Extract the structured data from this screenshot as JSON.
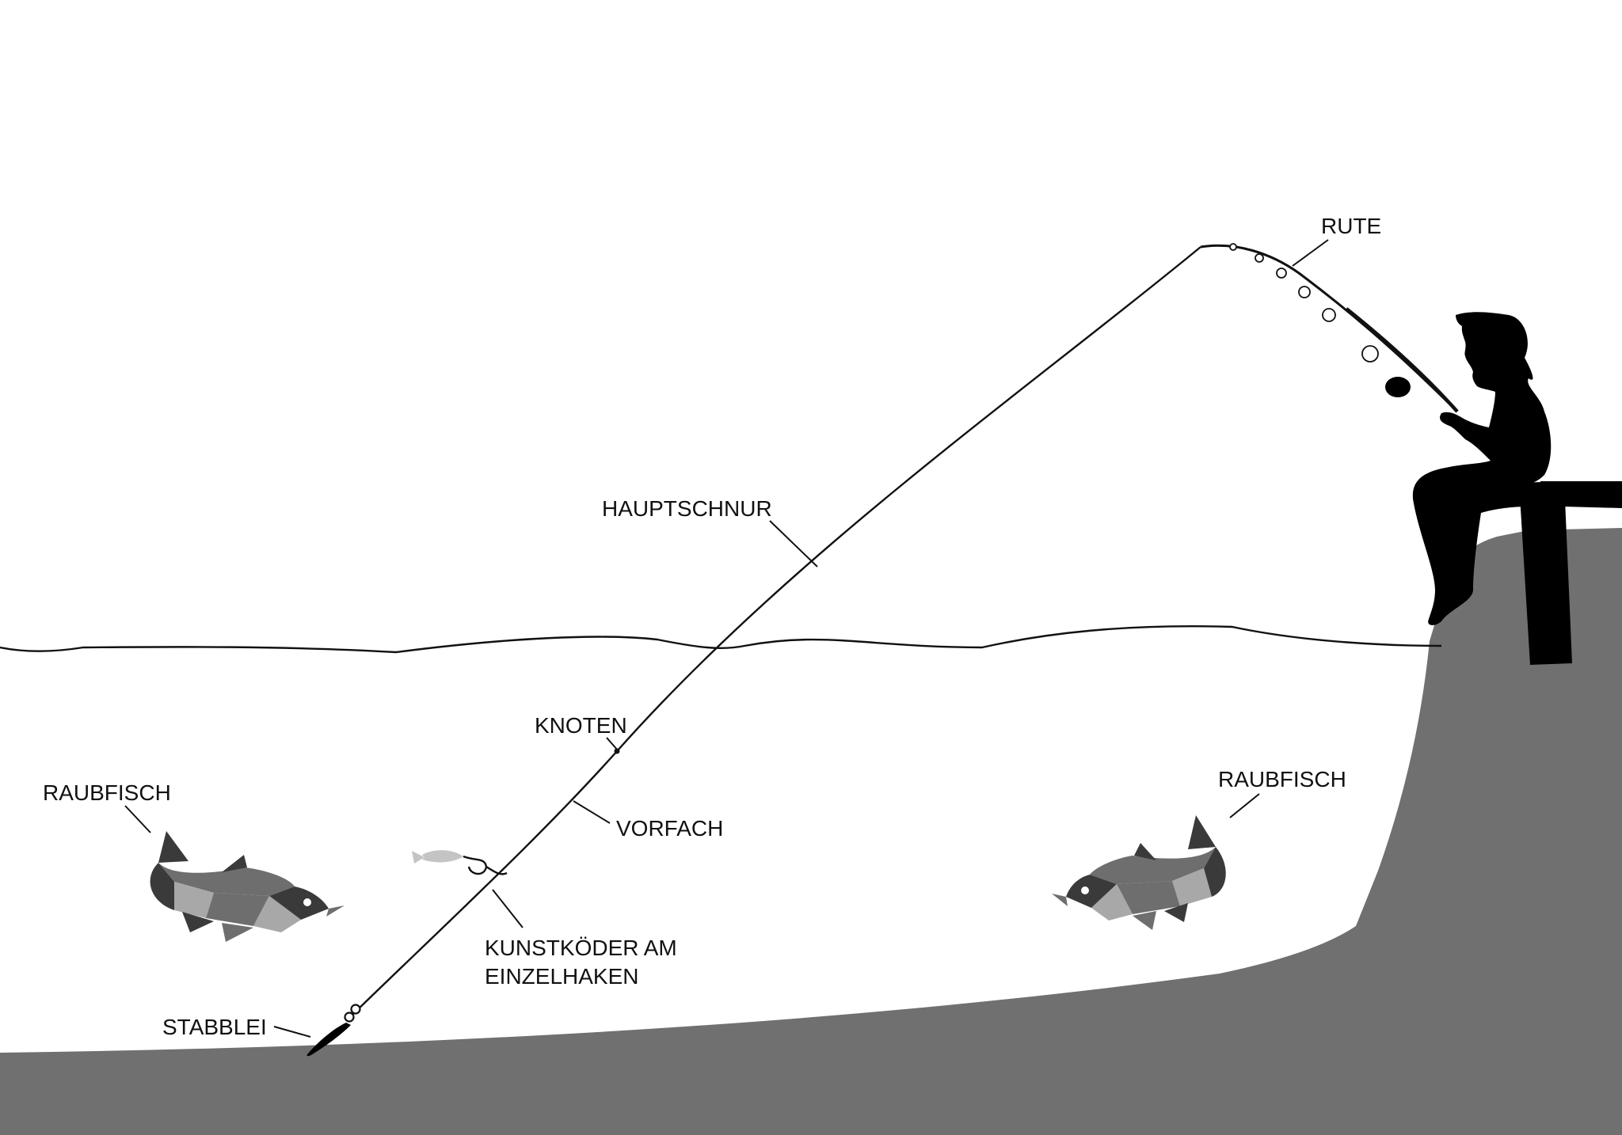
{
  "labels": {
    "rute": "RUTE",
    "hauptschnur": "HAUPTSCHNUR",
    "knoten": "KNOTEN",
    "vorfach": "VORFACH",
    "kunstkoeder_line1": "KUNSTKÖDER AM",
    "kunstkoeder_line2": "EINZELHAKEN",
    "stabblei": "STABBLEI",
    "raubfisch_left": "RAUBFISCH",
    "raubfisch_right": "RAUBFISCH"
  },
  "colors": {
    "ground": "#707070",
    "silhouette": "#000000",
    "line": "#111111",
    "fish_dark": "#3a3a3a",
    "fish_mid": "#6e6e6e",
    "fish_light": "#a8a8a8",
    "lure": "#c4c4c4"
  }
}
